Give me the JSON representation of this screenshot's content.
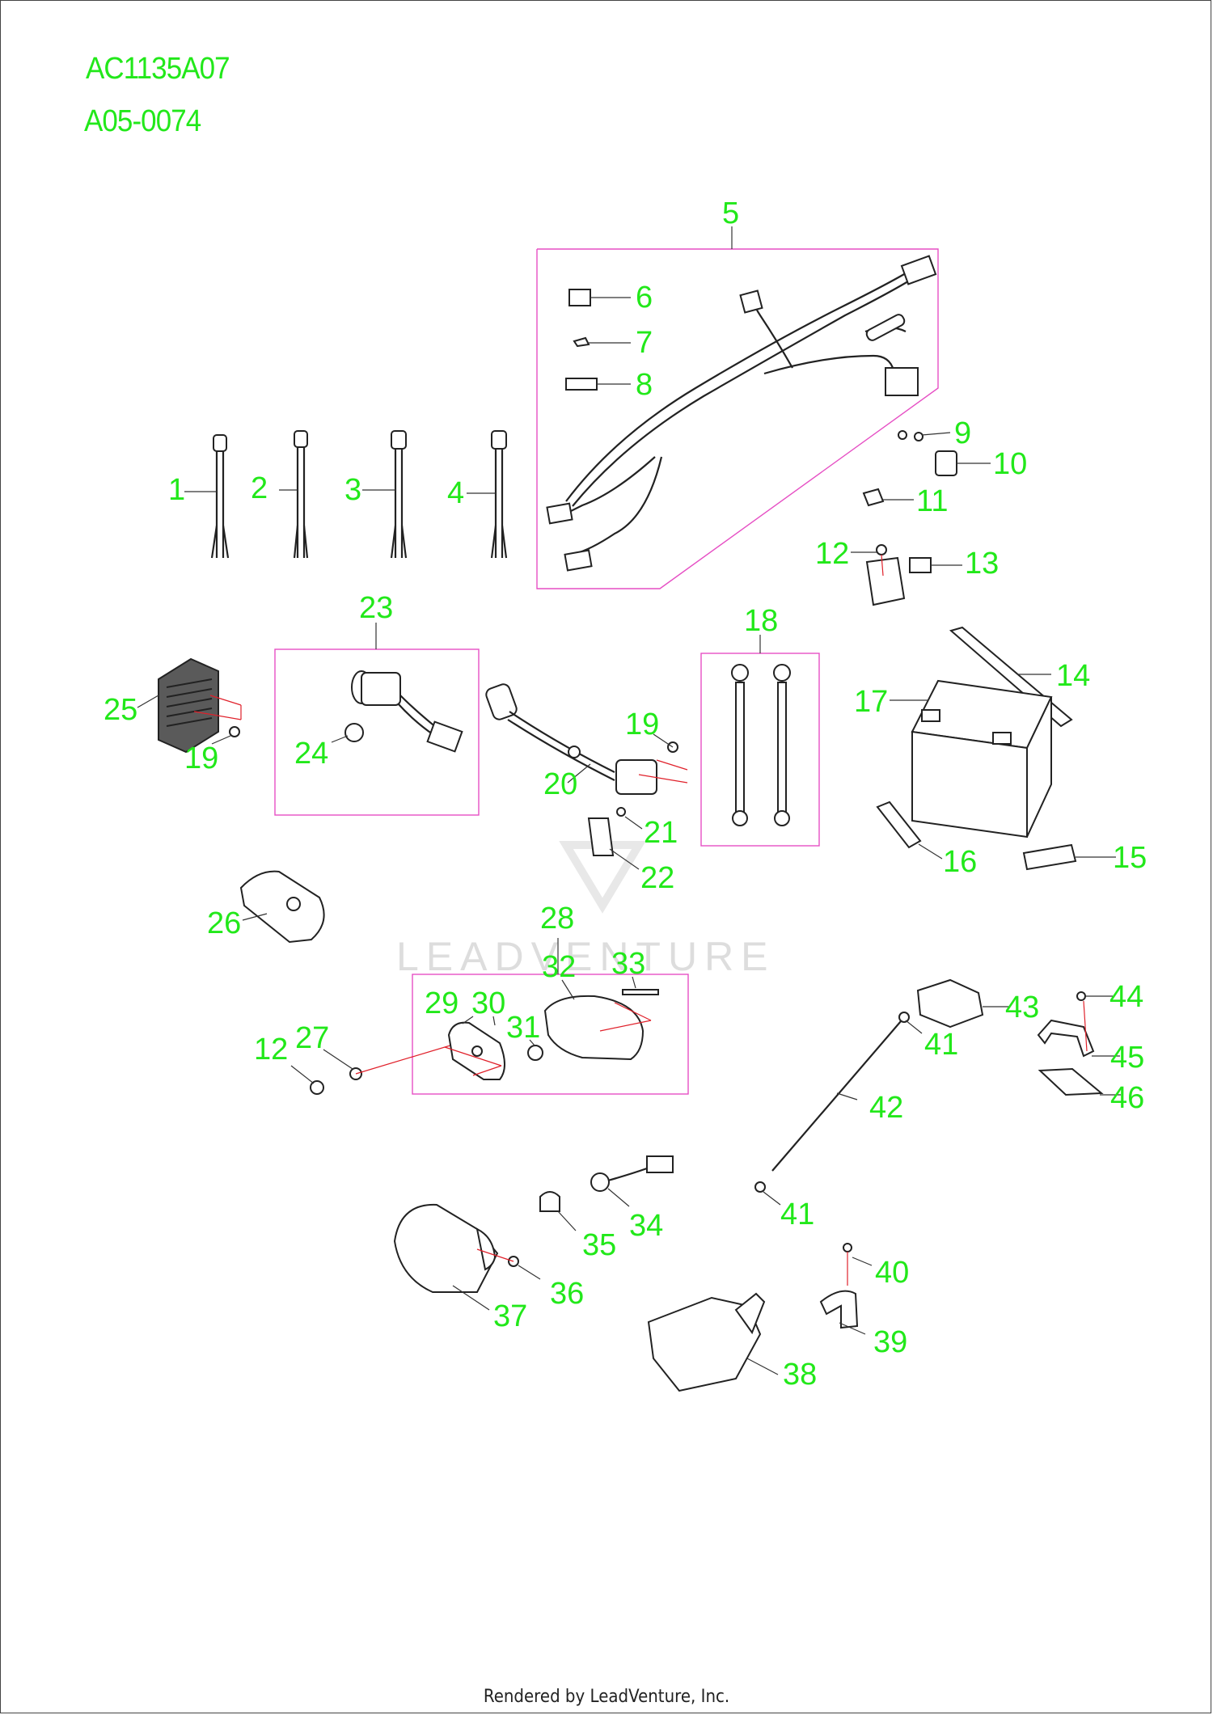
{
  "header": {
    "diagram_code": "AC1135A07",
    "sub_code": "A05-0074"
  },
  "watermark": "LEADVENTURE",
  "footer": "Rendered by LeadVenture, Inc.",
  "colors": {
    "callout": "#22e81a",
    "group_box": "#e64fc4",
    "leader_red": "#e0202a"
  },
  "callouts": {
    "c1": "1",
    "c2": "2",
    "c3": "3",
    "c4": "4",
    "c5": "5",
    "c6": "6",
    "c7": "7",
    "c8": "8",
    "c9": "9",
    "c10": "10",
    "c11": "11",
    "c12a": "12",
    "c13": "13",
    "c14": "14",
    "c15": "15",
    "c16": "16",
    "c17": "17",
    "c18": "18",
    "c19a": "19",
    "c19b": "19",
    "c20": "20",
    "c21": "21",
    "c22": "22",
    "c23": "23",
    "c24": "24",
    "c25": "25",
    "c26": "26",
    "c27": "27",
    "c28": "28",
    "c29": "29",
    "c30": "30",
    "c31": "31",
    "c32": "32",
    "c33": "33",
    "c12b": "12",
    "c34": "34",
    "c35": "35",
    "c36": "36",
    "c37": "37",
    "c38": "38",
    "c39": "39",
    "c40": "40",
    "c41a": "41",
    "c41b": "41",
    "c42": "42",
    "c43": "43",
    "c44": "44",
    "c45": "45",
    "c46": "46"
  }
}
